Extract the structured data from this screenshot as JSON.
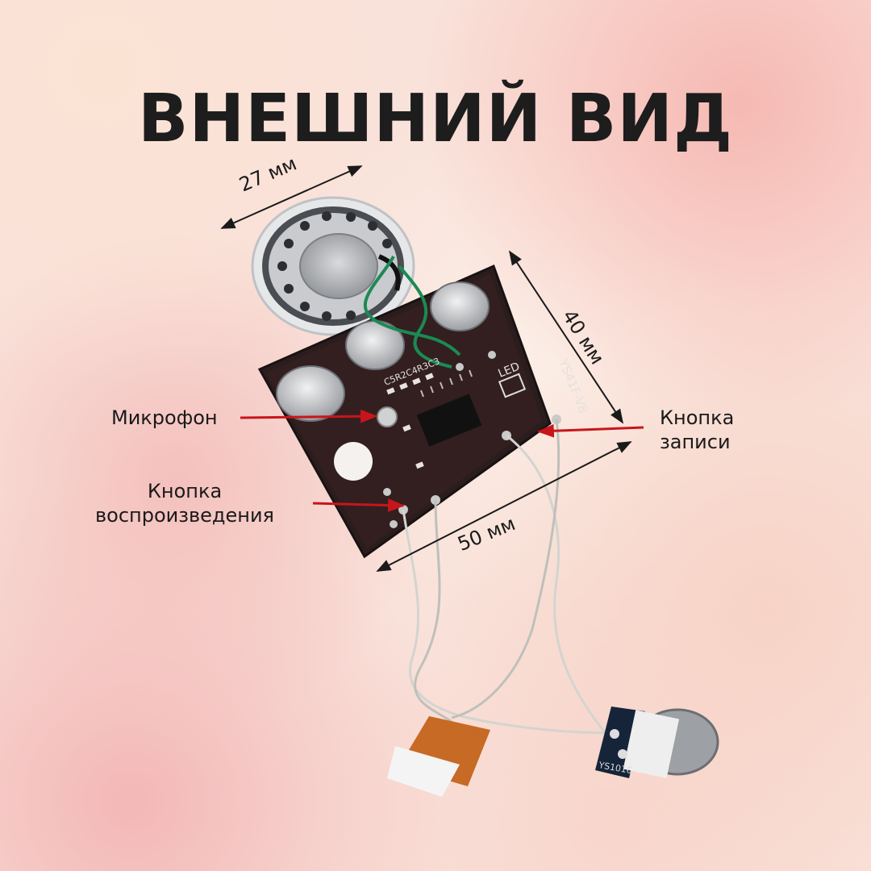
{
  "title": "ВНЕШНИЙ ВИД",
  "dimensions": {
    "width_top": "27 мм",
    "height_right": "40 мм",
    "width_bottom": "50 мм"
  },
  "callouts": {
    "microphone": "Микрофон",
    "record_button": [
      "Кнопка",
      "записи"
    ],
    "play_button": [
      "Кнопка",
      "воспроизведения"
    ]
  },
  "board_markings": {
    "model": "YS41F-V8",
    "led": "LED",
    "components": "C5R2C4R3C3",
    "sensor_label": "YS1016"
  },
  "colors": {
    "arrow_red": "#c8151b",
    "board": "#2b1d1d"
  }
}
